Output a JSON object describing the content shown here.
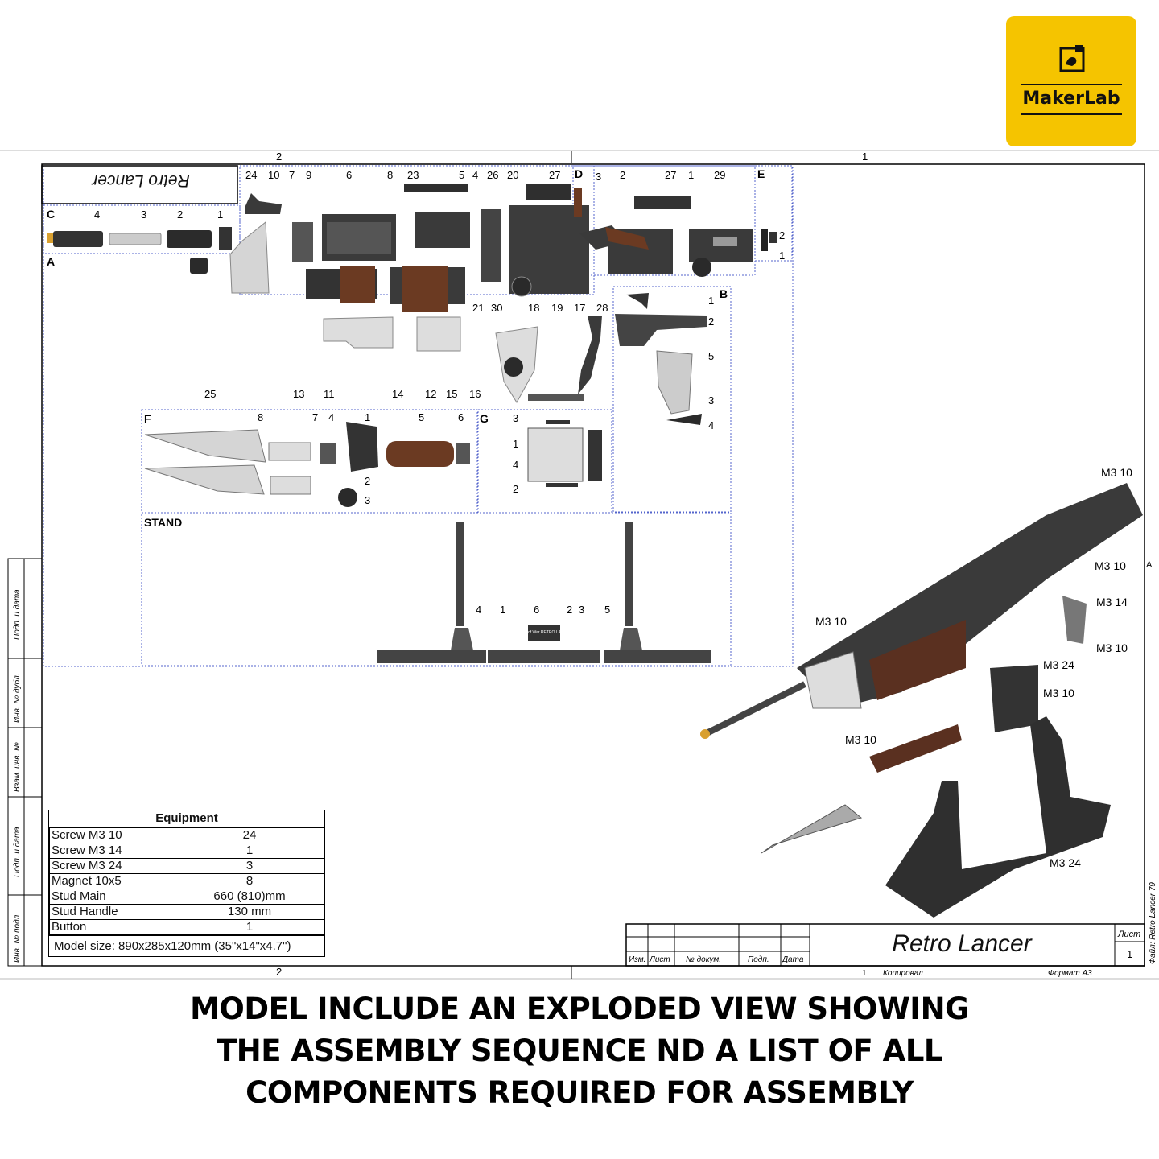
{
  "logo": {
    "text": "MakerLab",
    "icon": "camera-image-icon",
    "color": "#f5c400"
  },
  "drawing": {
    "flipped_title": "Retro Lancer",
    "zone_numbers": [
      "2",
      "1",
      "2"
    ],
    "side_marker": "A",
    "sections": [
      "A",
      "B",
      "C",
      "D",
      "E",
      "F",
      "G",
      "STAND"
    ],
    "section_a_callouts": [
      "24",
      "10",
      "7",
      "9",
      "6",
      "8",
      "23",
      "5",
      "4",
      "26",
      "20",
      "27",
      "21",
      "30",
      "18",
      "19",
      "17",
      "28",
      "25",
      "13",
      "11",
      "14",
      "12",
      "15",
      "16"
    ],
    "section_c_callouts": [
      "3",
      "2",
      "27",
      "1",
      "29"
    ],
    "section_d_callouts": [
      "4",
      "3",
      "2",
      "1"
    ],
    "section_e_callouts": [
      "2",
      "1"
    ],
    "section_b_callouts": [
      "1",
      "2",
      "5",
      "3",
      "4"
    ],
    "section_f_callouts": [
      "8",
      "7",
      "4",
      "1",
      "5",
      "6",
      "2",
      "3"
    ],
    "section_g_callouts": [
      "3",
      "1",
      "4",
      "2"
    ],
    "stand_callouts": [
      "4",
      "1",
      "6",
      "2",
      "3",
      "5"
    ],
    "stand_plate_text": "Gears of War RETRO LANCER",
    "assembly_callouts": [
      "M3 10",
      "M3 10",
      "M3 14",
      "M3 10",
      "M3 24",
      "M3 10",
      "M3 10",
      "M3 10",
      "M3 24"
    ],
    "left_strip": [
      "Подп. и дата",
      "Инв. № дубл.",
      "Взам. инв. №",
      "Подп. и дата",
      "Инв. № подл."
    ],
    "title_block": {
      "name": "Retro Lancer",
      "cols": [
        "Изм.",
        "Лист",
        "№ докум.",
        "Подп.",
        "Дата"
      ],
      "sheet_label": "Лист",
      "sheet_number": "1",
      "copied": "Копировал",
      "format": "Формат А3",
      "file": "Файл: Retro Lancer 79",
      "bottom_index": "1"
    }
  },
  "equipment": {
    "title": "Equipment",
    "rows": [
      {
        "name": "Screw M3 10",
        "value": "24"
      },
      {
        "name": "Screw M3 14",
        "value": "1"
      },
      {
        "name": "Screw M3 24",
        "value": "3"
      },
      {
        "name": "Magnet 10x5",
        "value": "8"
      },
      {
        "name": "Stud Main",
        "value": "660 (810)mm"
      },
      {
        "name": "Stud Handle",
        "value": "130 mm"
      },
      {
        "name": "Button",
        "value": "1"
      }
    ],
    "model_size": "Model size: 890x285x120mm (35\"x14\"x4.7\")"
  },
  "caption": {
    "line1": "MODEL INCLUDE AN EXPLODED VIEW SHOWING",
    "line2": "THE ASSEMBLY SEQUENCE ND A LIST OF ALL",
    "line3": "COMPONENTS REQUIRED FOR ASSEMBLY"
  }
}
